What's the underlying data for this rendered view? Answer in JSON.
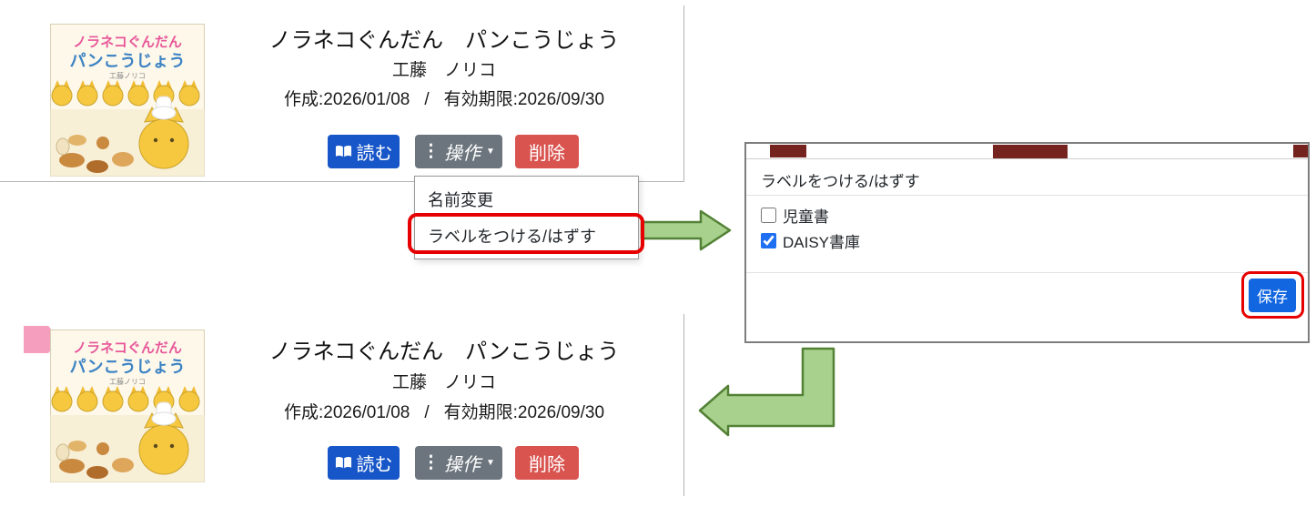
{
  "card": {
    "title": "ノラネコぐんだん　パンこうじょう",
    "author": "工藤　ノリコ",
    "created": "作成:2026/01/08",
    "slash": "/",
    "expiry": "有効期限:2026/09/30",
    "read_button": "読む",
    "actions_dots": "⋮",
    "actions_button": "操作",
    "actions_caret": "▼",
    "delete_button": "削除"
  },
  "cover": {
    "series": "ノラネコぐんだん",
    "title": "パンこうじょう",
    "author": "工藤ノリコ"
  },
  "dropdown": {
    "items": [
      "名前変更",
      "ラベルをつける/はずす"
    ]
  },
  "modal": {
    "title": "ラベルをつける/はずす",
    "options": [
      {
        "label": "児童書",
        "checked": false
      },
      {
        "label": "DAISY書庫",
        "checked": true
      }
    ],
    "save_button": "保存"
  },
  "colors": {
    "read_button_blue": "#1756c8",
    "actions_button_gray": "#6c757d",
    "delete_button_red": "#d9534f",
    "save_button_blue": "#1266e0",
    "annotation_red": "#e60000",
    "arrow_fill_green": "#a9d18e",
    "arrow_stroke_green": "#538135",
    "label_tag_pink": "#f59ebd",
    "checkbox_checked_blue": "#1f6ff2"
  }
}
